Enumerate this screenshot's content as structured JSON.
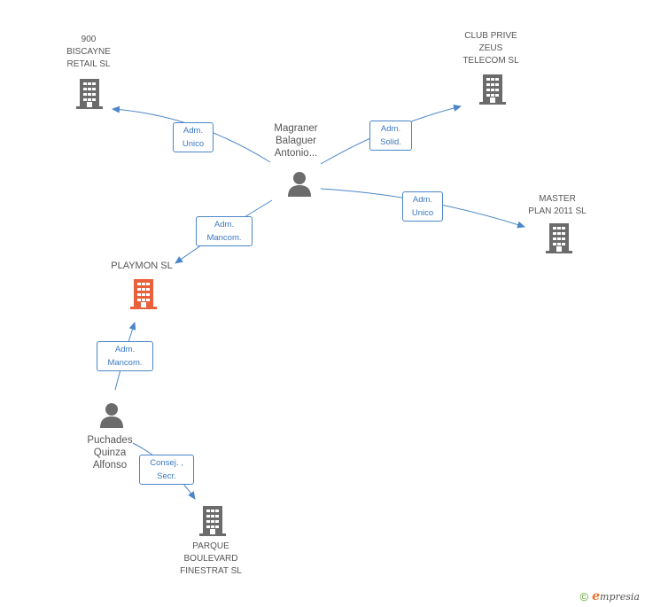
{
  "colors": {
    "edge": "#4a86c8",
    "building": "#6b6b6b",
    "focus_building": "#e8603c",
    "person": "#6b6b6b"
  },
  "nodes": {
    "biscayne": {
      "label": "900\nBISCAYNE\nRETAIL  SL",
      "icon": "building-icon"
    },
    "zeus": {
      "label": "CLUB PRIVE\nZEUS\nTELECOM  SL",
      "icon": "building-icon"
    },
    "magraner": {
      "label": "Magraner\nBalaguer\nAntonio...",
      "icon": "person-icon"
    },
    "masterplan": {
      "label": "MASTER\nPLAN 2011 SL",
      "icon": "building-icon"
    },
    "playmon": {
      "label": "PLAYMON SL",
      "icon": "building-icon"
    },
    "puchades": {
      "label": "Puchades\nQuinza\nAlfonso",
      "icon": "person-icon"
    },
    "parque": {
      "label": "PARQUE\nBOULEVARD\nFINESTRAT SL",
      "icon": "building-icon"
    }
  },
  "edges": {
    "e1": "Adm.\nUnico",
    "e2": "Adm.\nSolid.",
    "e3": "Adm.\nUnico",
    "e4": "Adm.\nMancom.",
    "e5": "Adm.\nMancom.",
    "e6": "Consej. ,\nSecr."
  },
  "footer": {
    "copyright": "©",
    "brand_initial": "e",
    "brand_rest": "mpresia"
  }
}
